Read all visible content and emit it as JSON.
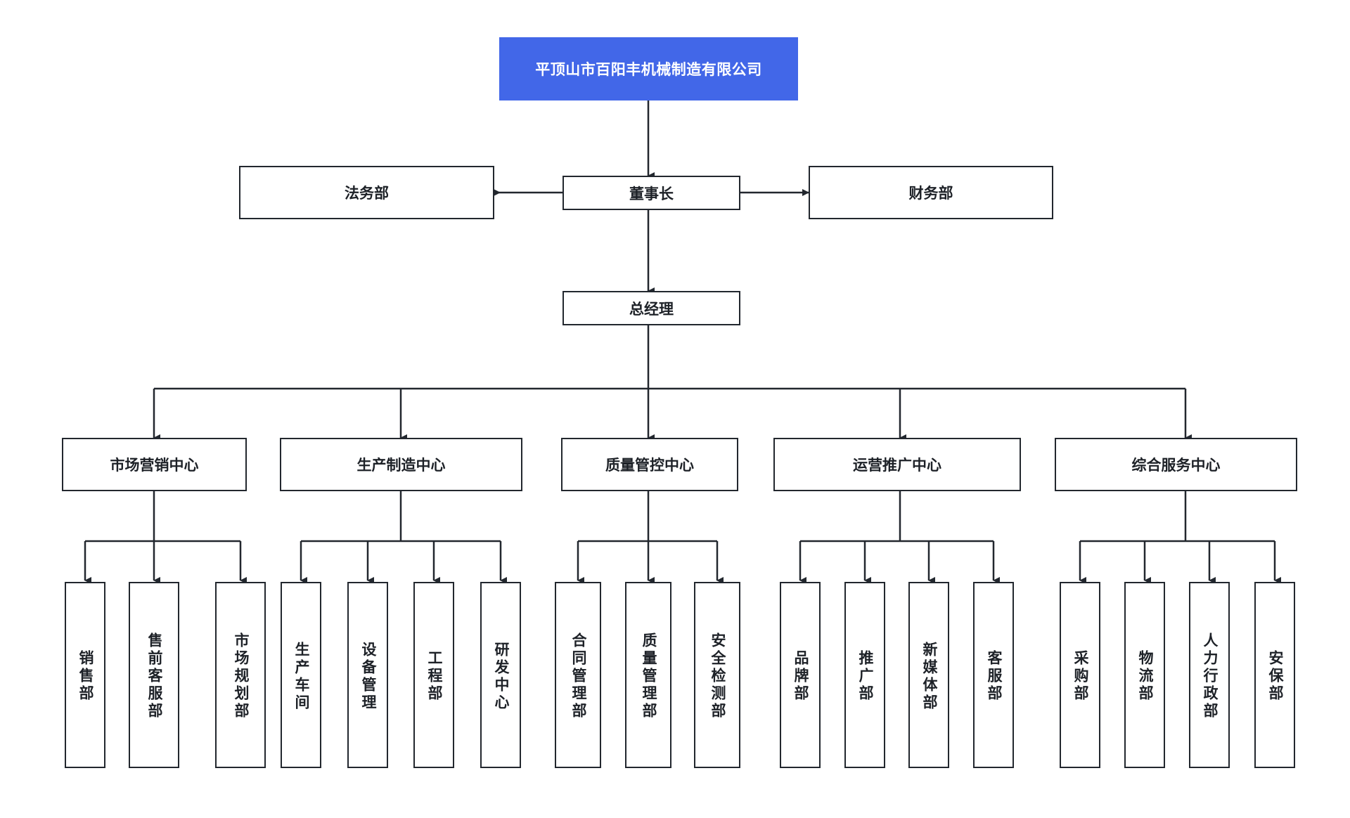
{
  "diagram": {
    "type": "organization-chart",
    "title": "平顶山市百阳丰机械制造有限公司",
    "colors": {
      "brand": "#4267E8",
      "node_border": "#22272e",
      "node_fill": "#ffffff",
      "connector": "#22272e",
      "root_text": "#ffffff",
      "node_text": "#1d2127"
    }
  },
  "root": {
    "label": "平顶山市百阳丰机械制造有限公司"
  },
  "executives": {
    "chairman": {
      "label": "董事长"
    },
    "left_staff": {
      "label": "法务部"
    },
    "right_staff": {
      "label": "财务部"
    },
    "general_manager": {
      "label": "总经理"
    }
  },
  "centers": [
    {
      "label": "市场营销中心",
      "departments": [
        {
          "label": "销售部"
        },
        {
          "label": "售前客服部"
        },
        {
          "label": "市场规划部"
        }
      ]
    },
    {
      "label": "生产制造中心",
      "departments": [
        {
          "label": "生产车间"
        },
        {
          "label": "设备管理"
        },
        {
          "label": "工程部"
        },
        {
          "label": "研发中心"
        }
      ]
    },
    {
      "label": "质量管控中心",
      "departments": [
        {
          "label": "合同管理部"
        },
        {
          "label": "质量管理部"
        },
        {
          "label": "安全检测部"
        }
      ]
    },
    {
      "label": "运营推广中心",
      "departments": [
        {
          "label": "品牌部"
        },
        {
          "label": "推广部"
        },
        {
          "label": "新媒体部"
        },
        {
          "label": "客服部"
        }
      ]
    },
    {
      "label": "综合服务中心",
      "departments": [
        {
          "label": "采购部"
        },
        {
          "label": "物流部"
        },
        {
          "label": "人力行政部"
        },
        {
          "label": "安保部"
        }
      ]
    }
  ]
}
